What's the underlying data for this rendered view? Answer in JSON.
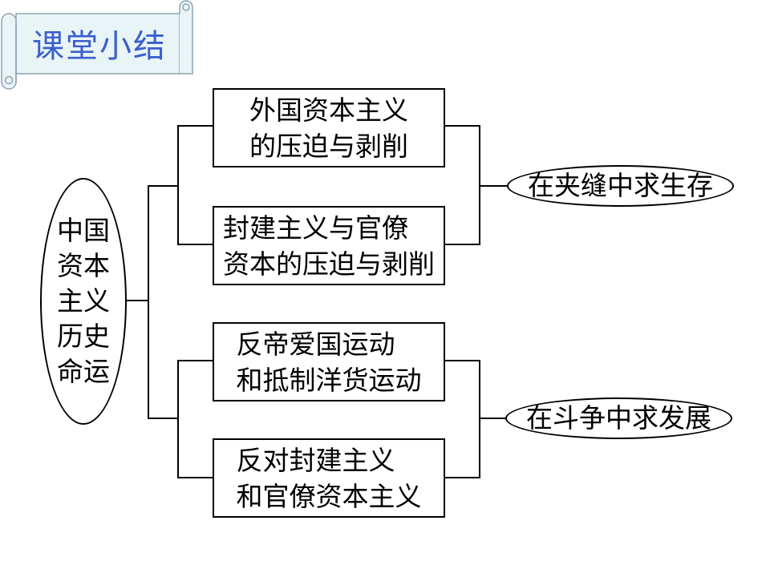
{
  "title": "课堂小结",
  "center": {
    "lines": [
      "中国",
      "资本",
      "主义",
      "历史",
      "命运"
    ]
  },
  "branches": [
    {
      "boxes": [
        {
          "lines": [
            "外国资本主义",
            "的压迫与剥削"
          ]
        },
        {
          "lines": [
            "封建主义与官僚",
            "资本的压迫与剥削"
          ]
        }
      ],
      "result": "在夹缝中求生存"
    },
    {
      "boxes": [
        {
          "lines": [
            "反帝爱国运动",
            "和抵制洋货运动"
          ]
        },
        {
          "lines": [
            "反对封建主义",
            "和官僚资本主义"
          ]
        }
      ],
      "result": "在斗争中求发展"
    }
  ],
  "colors": {
    "title_text": "#3a5fcd",
    "banner_fill": "#e9f4f7",
    "banner_stroke": "#8ea3b3",
    "line": "#000000"
  }
}
